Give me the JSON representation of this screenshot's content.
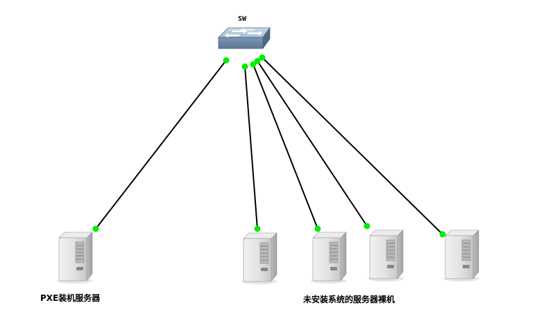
{
  "diagram": {
    "switch": {
      "label": "SW",
      "icon": "network-switch-icon"
    },
    "pxe_server": {
      "label": "PXE装机服务器",
      "icon": "server-tower-icon"
    },
    "bare_servers": {
      "label": "未安装系统的服务器裸机",
      "count": 4,
      "icon": "server-tower-icon"
    },
    "colors": {
      "link": "#000000",
      "link_endpoint": "#00ee00",
      "switch_body": "#7f9ab4",
      "server_body": "#d9d9d9"
    }
  }
}
